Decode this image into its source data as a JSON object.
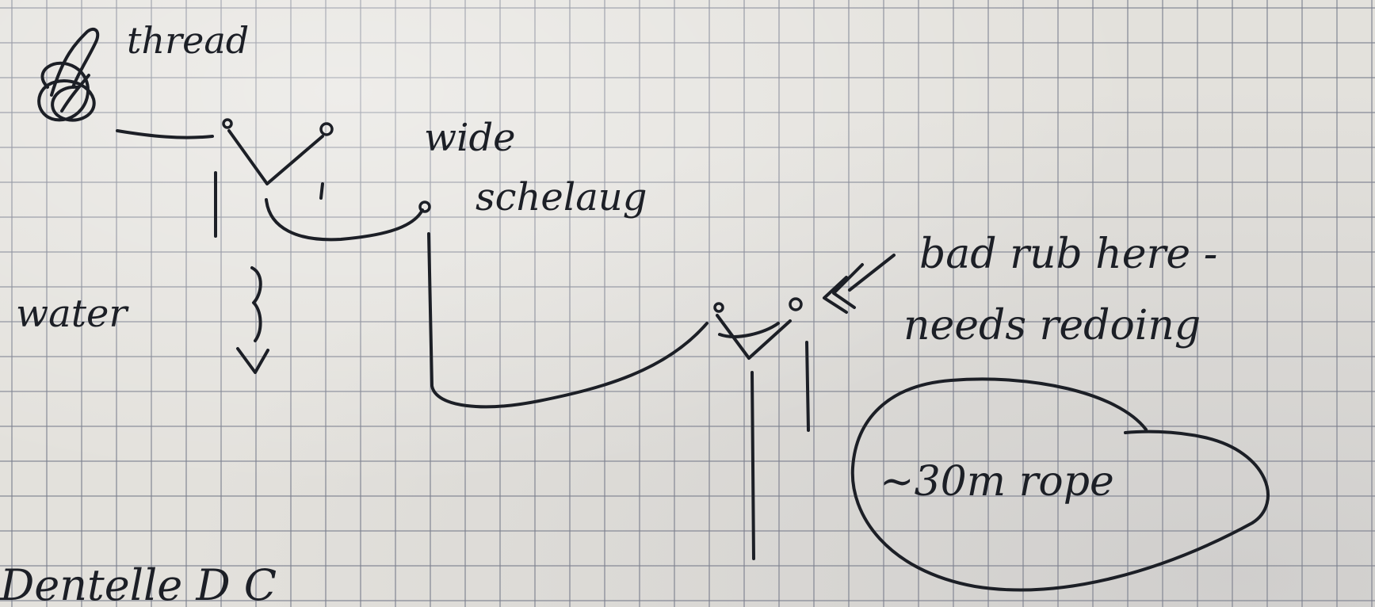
{
  "labels": {
    "thread": "thread",
    "wide": "wide",
    "schelaug": "schelaug",
    "water": "water",
    "bad_rub": "bad rub here -",
    "needs_redoing": "needs redoing",
    "rope": "~30m rope",
    "bottom_partial": "Dentelle D C"
  },
  "colors": {
    "ink": "#1c1f26",
    "paper": "#e3e1dc",
    "grid": "#787d8c"
  },
  "icons": {
    "thread_spool": "scribbled-spool-icon",
    "down_arrow": "down-arrow-icon",
    "chevron_pointer": "double-chevron-left-icon"
  }
}
